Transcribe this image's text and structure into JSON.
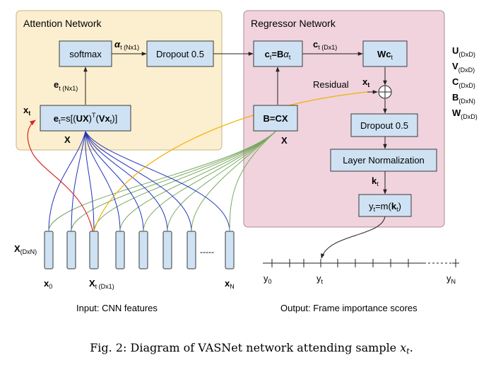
{
  "colors": {
    "attention_bg": "#fcefcf",
    "attention_border": "#c9b48a",
    "regressor_bg": "#f0d3dd",
    "regressor_border": "#b48a97",
    "box_fill": "#cfe2f3",
    "box_border": "#3a3a3a",
    "red_line": "#dd2222",
    "orange_line": "#f0b000",
    "blue_line": "#2233bb",
    "green_line": "#78a860"
  },
  "attention": {
    "title": "Attention Network",
    "softmax": "softmax",
    "dropout": "Dropout 0.5",
    "alpha_label": "α",
    "alpha_sub": "t (Nx1)",
    "e_label": "e",
    "e_sub": "t (Nx1)",
    "energy_box": "e",
    "energy_sub_t": "t",
    "energy_eq": "=s[(",
    "energy_U": "UX",
    "energy_close": ")",
    "energy_T": "T",
    "energy_open": "(",
    "energy_V": "Vx",
    "energy_sub_t2": "t",
    "energy_end": ")]",
    "xt_in": "x",
    "xt_in_sub": "t",
    "x_label": "X"
  },
  "regressor": {
    "title": "Regressor Network",
    "ct_box_c": "c",
    "ct_box_sub": "t",
    "ct_box_eq": "=B",
    "ct_box_alpha": "α",
    "ct_box_alpha_sub": "t",
    "ct_label": "c",
    "ct_label_sub": "t (Dx1)",
    "wc_box": "Wc",
    "wc_sub": "t",
    "residual": "Residual",
    "xt": "x",
    "xt_sub": "t",
    "b_box": "B=CX",
    "x_label": "X",
    "dropout": "Dropout 0.5",
    "layer_norm": "Layer Normalization",
    "kt": "k",
    "kt_sub": "t",
    "yt_box_y": "y",
    "yt_box_sub": "t",
    "yt_box_eq": "=m(",
    "yt_box_k": "k",
    "yt_box_ksub": "t",
    "yt_box_end": ")"
  },
  "params": [
    {
      "name": "U",
      "sub": "(DxD)"
    },
    {
      "name": "V",
      "sub": "(DxD)"
    },
    {
      "name": "C",
      "sub": "(DxD)"
    },
    {
      "name": "B",
      "sub": "(DxN)"
    },
    {
      "name": "W",
      "sub": "(DxD)"
    }
  ],
  "input": {
    "x_matrix": "X",
    "x_matrix_sub": "(DxN)",
    "x0": "x",
    "x0_sub": "0",
    "xt": "X",
    "xt_sub": "t (Dx1)",
    "xn": "x",
    "xn_sub": "N",
    "dots": "-----",
    "caption": "Input: CNN features"
  },
  "output": {
    "y0": "y",
    "y0_sub": "0",
    "yt": "y",
    "yt_sub": "t",
    "yn": "y",
    "yn_sub": "N",
    "caption": "Output: Frame importance scores"
  },
  "figure_caption": {
    "prefix": "Fig. 2: Diagram of VASNet network attending sample ",
    "var": "x",
    "var_sub": "t",
    "suffix": "."
  }
}
